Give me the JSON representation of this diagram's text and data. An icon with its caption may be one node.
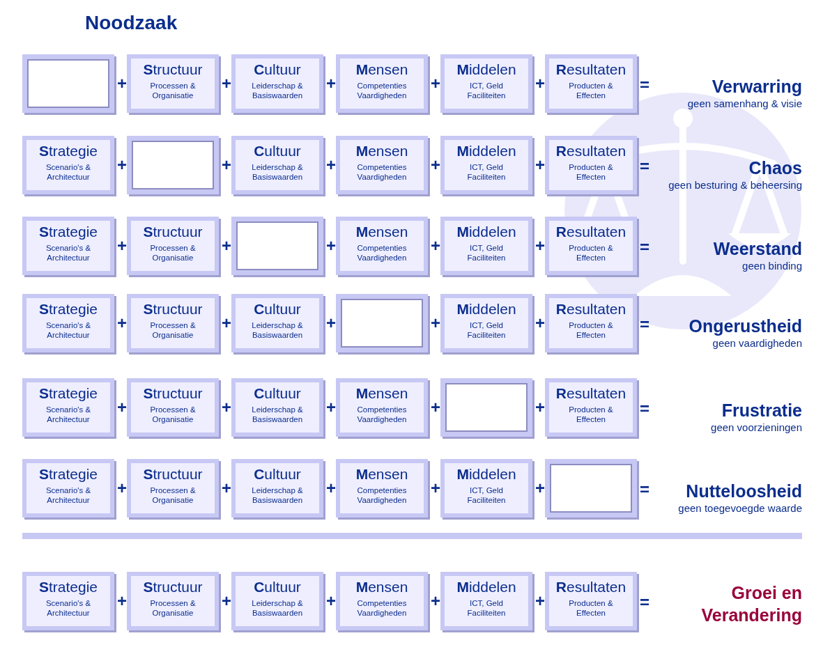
{
  "diagram": {
    "title": "Noodzaak",
    "nodes": [
      {
        "text": [],
        "shape": "box"
      },
      {
        "text": [
          "**S**tructuur",
          "Processen & Organisatie"
        ]
      },
      {
        "text": [
          "**C**ultuur",
          "Leiderschap & Basiswaarden"
        ]
      },
      {
        "text": [
          "**M**ensen",
          "Competenties Vaardigheden"
        ]
      },
      {
        "text": [
          "**M**iddelen",
          "ICT, Geld Faciliteiten"
        ]
      },
      {
        "text": [
          "**R**esultaten",
          "Producten & Effecten"
        ]
      },
      {
        "text": [
          "**S**trategie",
          "Scenario's & Architectuur"
        ]
      },
      {
        "text": [],
        "shape": "box"
      },
      {
        "text": [
          "**C**ultuur",
          "Leiderschap & Basiswaarden"
        ]
      },
      {
        "text": [
          "**M**ensen",
          "Competenties Vaardigheden"
        ]
      },
      {
        "text": [
          "**M**iddelen",
          "ICT, Geld Faciliteiten"
        ]
      },
      {
        "text": [
          "**R**esultaten",
          "Producten & Effecten"
        ]
      },
      {
        "text": [
          "**S**trategie",
          "Scenario's & Architectuur"
        ]
      },
      {
        "text": [
          "**S**tructuur",
          "Processen & Organisatie"
        ]
      },
      {
        "text": [],
        "shape": "box"
      },
      {
        "text": [
          "**M**ensen",
          "Competenties Vaardigheden"
        ]
      },
      {
        "text": [
          "**M**iddelen",
          "ICT, Geld Faciliteiten"
        ]
      },
      {
        "text": [
          "**R**esultaten",
          "Producten & Effecten"
        ]
      },
      {
        "text": [
          "**S**trategie",
          "Scenario's & Architectuur"
        ]
      },
      {
        "text": [
          "**S**tructuur",
          "Processen & Organisatie"
        ]
      },
      {
        "text": [
          "**C**ultuur",
          "Leiderschap & Basiswaarden"
        ]
      },
      {
        "text": [],
        "shape": "box"
      },
      {
        "text": [
          "**M**iddelen",
          "ICT, Geld Faciliteiten"
        ]
      },
      {
        "text": [
          "**R**esultaten",
          "Producten & Effecten"
        ]
      },
      {
        "text": [
          "**S**trategie",
          "Scenario's & Architectuur"
        ]
      },
      {
        "text": [
          "**S**tructuur",
          "Processen & Organisatie"
        ]
      },
      {
        "text": [
          "**C**ultuur",
          "Leiderschap & Basiswaarden"
        ]
      },
      {
        "text": [
          "**M**ensen",
          "Competenties Vaardigheden"
        ]
      },
      {
        "text": [],
        "shape": "box"
      },
      {
        "text": [
          "**R**esultaten",
          "Producten & Effecten"
        ]
      },
      {
        "text": [
          "**S**trategie",
          "Scenario's & Architectuur"
        ]
      },
      {
        "text": [
          "**S**tructuur",
          "Processen & Organisatie"
        ]
      },
      {
        "text": [
          "**C**ultuur",
          "Leiderschap & Basiswaarden"
        ]
      },
      {
        "text": [
          "**M**ensen",
          "Competenties Vaardigheden"
        ]
      },
      {
        "text": [
          "**M**iddelen",
          "ICT, Geld Faciliteiten"
        ]
      },
      {
        "text": [],
        "shape": "box"
      },
      {
        "text": [
          "**S**trategie",
          "Scenario's & Architectuur"
        ]
      },
      {
        "text": [
          "**S**tructuur",
          "Processen & Organisatie"
        ]
      },
      {
        "text": [
          "**C**ultuur",
          "Leiderschap & Basiswaarden"
        ]
      },
      {
        "text": [
          "**M**ensen",
          "Competenties Vaardigheden"
        ]
      },
      {
        "text": [
          "**M**iddelen",
          "ICT, Geld Faciliteiten"
        ]
      },
      {
        "text": [
          "**R**esultaten",
          "Producten & Effecten"
        ]
      }
    ],
    "labels": [
      "+",
      "+",
      "+",
      "+",
      "+",
      "=",
      "Verwarring",
      "geen samenhang & visie",
      "+",
      "+",
      "+",
      "+",
      "+",
      "=",
      "Chaos",
      "geen besturing & beheersing",
      "+",
      "+",
      "+",
      "+",
      "+",
      "=",
      "Weerstand",
      "geen binding",
      "+",
      "+",
      "+",
      "+",
      "+",
      "=",
      "Ongerustheid",
      "geen vaardigheden",
      "+",
      "+",
      "+",
      "+",
      "+",
      "=",
      "Frustratie",
      "geen voorzieningen",
      "+",
      "+",
      "+",
      "+",
      "+",
      "=",
      "Nutteloosheid",
      "geen toegevoegde waarde",
      "+",
      "+",
      "+",
      "+",
      "+",
      "=",
      "Groei en Verandering"
    ]
  }
}
